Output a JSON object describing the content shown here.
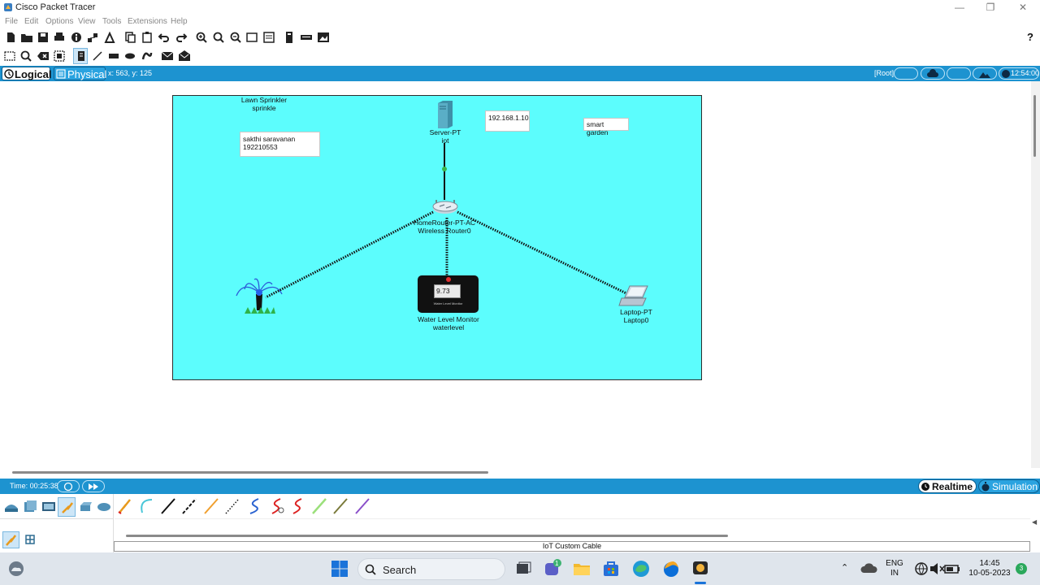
{
  "window": {
    "title": "Cisco Packet Tracer",
    "minimize": "—",
    "maximize": "❐",
    "close": "✕"
  },
  "menu": [
    "File",
    "Edit",
    "Options",
    "View",
    "Tools",
    "Extensions",
    "Help"
  ],
  "toolbar": {
    "help": "?"
  },
  "modebar": {
    "logical": "Logical",
    "physical": "Physical",
    "coords": "x: 563, y: 125",
    "root": "[Root]",
    "time": "12:54:00"
  },
  "canvas": {
    "background": "#5cfdfd",
    "notes": {
      "author_name": "sakthi saravanan",
      "author_id": "192210553",
      "ip": "192.168.1.10",
      "project": "smart garden"
    },
    "devices": {
      "server": {
        "type": "Server-PT",
        "name": "iot"
      },
      "router": {
        "type": "HomeRouter-PT-AC",
        "name": "Wireless Router0"
      },
      "sprinkler": {
        "type": "Lawn Sprinkler",
        "name": "sprinkle"
      },
      "water": {
        "type": "Water Level Monitor",
        "name": "waterlevel",
        "reading": "9.73",
        "caption": "Water Level Monitor"
      },
      "laptop": {
        "type": "Laptop-PT",
        "name": "Laptop0"
      }
    }
  },
  "timebar": {
    "time": "Time: 00:25:38",
    "realtime": "Realtime",
    "simulation": "Simulation"
  },
  "cable_panel": {
    "status": "IoT Custom Cable"
  },
  "taskbar": {
    "search": "Search",
    "lang1": "ENG",
    "lang2": "IN",
    "clock": "14:45",
    "date": "10-05-2023",
    "badge": "3",
    "teams_badge": "1"
  },
  "colors": {
    "accent": "#1d93d0",
    "canvas": "#5cfdfd"
  }
}
